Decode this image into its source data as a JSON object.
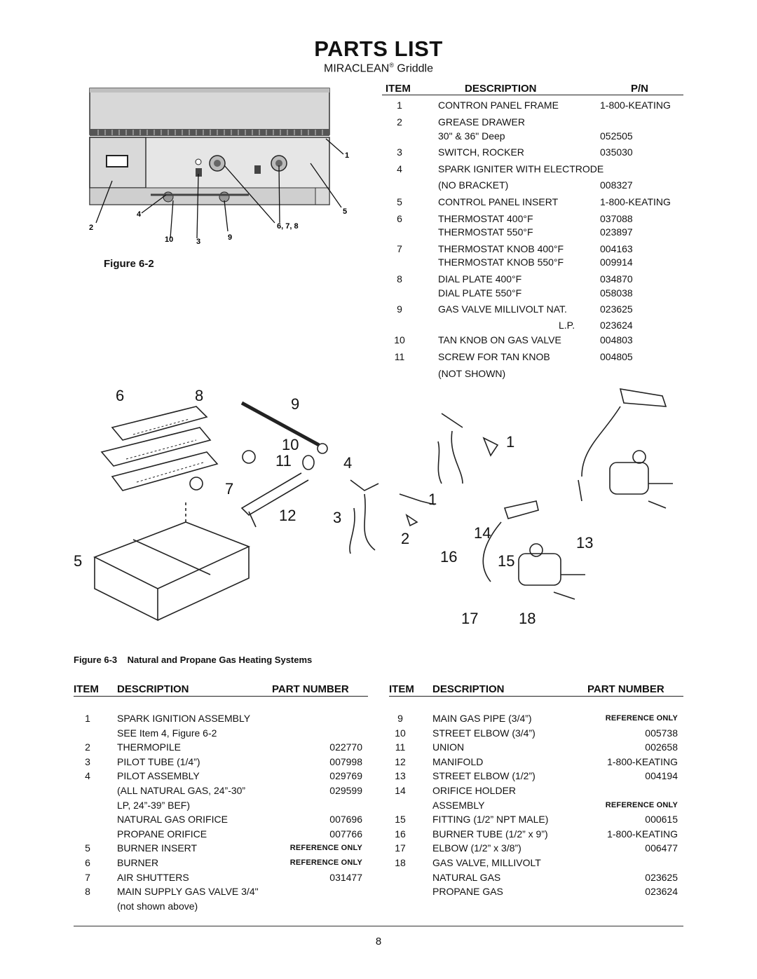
{
  "header": {
    "title": "PARTS LIST",
    "subtitle_brand": "MIRACLEAN",
    "subtitle_reg": "®",
    "subtitle_model": " Griddle"
  },
  "figure2": {
    "label": "Figure 6-2",
    "callouts": [
      "1",
      "2",
      "4",
      "5",
      "10",
      "3",
      "9",
      "6, 7, 8"
    ]
  },
  "top_table": {
    "headers": {
      "item": "ITEM",
      "description": "DESCRIPTION",
      "pn": "P/N"
    },
    "rows": [
      {
        "item": "1",
        "desc": "CONTRON PANEL FRAME",
        "pn": "1-800-KEATING"
      },
      {
        "item": "2",
        "desc": "GREASE DRAWER",
        "pn": ""
      },
      {
        "item": "",
        "desc": "30\" & 36\" Deep",
        "pn": "052505"
      },
      {
        "item": "3",
        "desc": "SWITCH, ROCKER",
        "pn": "035030"
      },
      {
        "item": "4",
        "desc": "SPARK IGNITER WITH ELECTRODE",
        "pn": ""
      },
      {
        "item": "",
        "desc": "(NO BRACKET)",
        "pn": "008327"
      },
      {
        "item": "5",
        "desc": "CONTROL PANEL INSERT",
        "pn": "1-800-KEATING"
      },
      {
        "item": "6",
        "desc": "THERMOSTAT 400°F",
        "pn": "037088"
      },
      {
        "item": "",
        "desc": "THERMOSTAT 550°F",
        "pn": "023897"
      },
      {
        "item": "7",
        "desc": "THERMOSTAT KNOB 400°F",
        "pn": "004163"
      },
      {
        "item": "",
        "desc": "THERMOSTAT KNOB 550°F",
        "pn": "009914"
      },
      {
        "item": "8",
        "desc": "DIAL PLATE 400°F",
        "pn": "034870"
      },
      {
        "item": "",
        "desc": "DIAL PLATE 550°F",
        "pn": "058038"
      },
      {
        "item": "9",
        "desc": "GAS VALVE MILLIVOLT NAT.",
        "pn": "023625"
      },
      {
        "item": "",
        "desc": "L.P.",
        "pn": "023624"
      },
      {
        "item": "10",
        "desc": "TAN KNOB ON GAS VALVE",
        "pn": "004803"
      },
      {
        "item": "11",
        "desc": "SCREW FOR TAN KNOB",
        "pn": "004805"
      },
      {
        "item": "",
        "desc": "(NOT SHOWN)",
        "pn": ""
      }
    ]
  },
  "figure3": {
    "label_prefix": "Figure 6-3",
    "label_text": "Natural and Propane Gas Heating Systems",
    "callouts": [
      "6",
      "8",
      "9",
      "10",
      "11",
      "7",
      "12",
      "5",
      "4",
      "1",
      "3",
      "1",
      "2",
      "14",
      "13",
      "16",
      "15",
      "17",
      "18"
    ]
  },
  "bottom_left": {
    "headers": {
      "item": "ITEM",
      "description": "DESCRIPTION",
      "pn": "PART NUMBER"
    },
    "rows": [
      {
        "item": "1",
        "desc": "SPARK IGNITION ASSEMBLY",
        "pn": "",
        "ref": false
      },
      {
        "item": "",
        "desc": "SEE Item 4, Figure 6-2",
        "pn": "",
        "ref": false
      },
      {
        "item": "2",
        "desc": "THERMOPILE",
        "pn": "022770",
        "ref": false
      },
      {
        "item": "3",
        "desc": "PILOT TUBE (1/4”)",
        "pn": "007998",
        "ref": false
      },
      {
        "item": "4",
        "desc": "PILOT ASSEMBLY",
        "pn": "029769",
        "ref": false
      },
      {
        "item": "",
        "desc": "(ALL NATURAL GAS, 24”-30”",
        "pn": "029599",
        "ref": false
      },
      {
        "item": "",
        "desc": "LP, 24”-39” BEF)",
        "pn": "",
        "ref": false
      },
      {
        "item": "",
        "desc": "NATURAL GAS ORIFICE",
        "pn": "007696",
        "ref": false
      },
      {
        "item": "",
        "desc": "PROPANE ORIFICE",
        "pn": "007766",
        "ref": false
      },
      {
        "item": "5",
        "desc": "BURNER INSERT",
        "pn": "REFERENCE ONLY",
        "ref": true
      },
      {
        "item": "6",
        "desc": "BURNER",
        "pn": "REFERENCE ONLY",
        "ref": true
      },
      {
        "item": "7",
        "desc": "AIR SHUTTERS",
        "pn": "031477",
        "ref": false
      },
      {
        "item": "8",
        "desc": "MAIN SUPPLY GAS VALVE 3/4\"",
        "pn": "",
        "ref": false
      },
      {
        "item": "",
        "desc": "(not shown above)",
        "pn": "",
        "ref": false
      }
    ]
  },
  "bottom_right": {
    "headers": {
      "item": "ITEM",
      "description": "DESCRIPTION",
      "pn": "PART NUMBER"
    },
    "rows": [
      {
        "item": "9",
        "desc": "MAIN GAS PIPE (3/4”)",
        "pn": "REFERENCE ONLY",
        "ref": true
      },
      {
        "item": "10",
        "desc": "STREET ELBOW (3/4”)",
        "pn": "005738",
        "ref": false
      },
      {
        "item": "11",
        "desc": "UNION",
        "pn": "002658",
        "ref": false
      },
      {
        "item": "12",
        "desc": "MANIFOLD",
        "pn": "1-800-KEATING",
        "ref": false
      },
      {
        "item": "13",
        "desc": "STREET ELBOW (1/2”)",
        "pn": "004194",
        "ref": false
      },
      {
        "item": "14",
        "desc": "ORIFICE HOLDER",
        "pn": "",
        "ref": false
      },
      {
        "item": "",
        "desc": "ASSEMBLY",
        "pn": "REFERENCE ONLY",
        "ref": true
      },
      {
        "item": "15",
        "desc": "FITTING (1/2” NPT MALE)",
        "pn": "000615",
        "ref": false
      },
      {
        "item": "16",
        "desc": "BURNER TUBE (1/2” x 9”)",
        "pn": "1-800-KEATING",
        "ref": false
      },
      {
        "item": "17",
        "desc": "ELBOW (1/2” x 3/8”)",
        "pn": "006477",
        "ref": false
      },
      {
        "item": "18",
        "desc": "GAS VALVE, MILLIVOLT",
        "pn": "",
        "ref": false
      },
      {
        "item": "",
        "desc": "NATURAL GAS",
        "pn": "023625",
        "ref": false
      },
      {
        "item": "",
        "desc": "PROPANE GAS",
        "pn": "023624",
        "ref": false
      }
    ]
  },
  "footer": {
    "page_number": "8"
  }
}
